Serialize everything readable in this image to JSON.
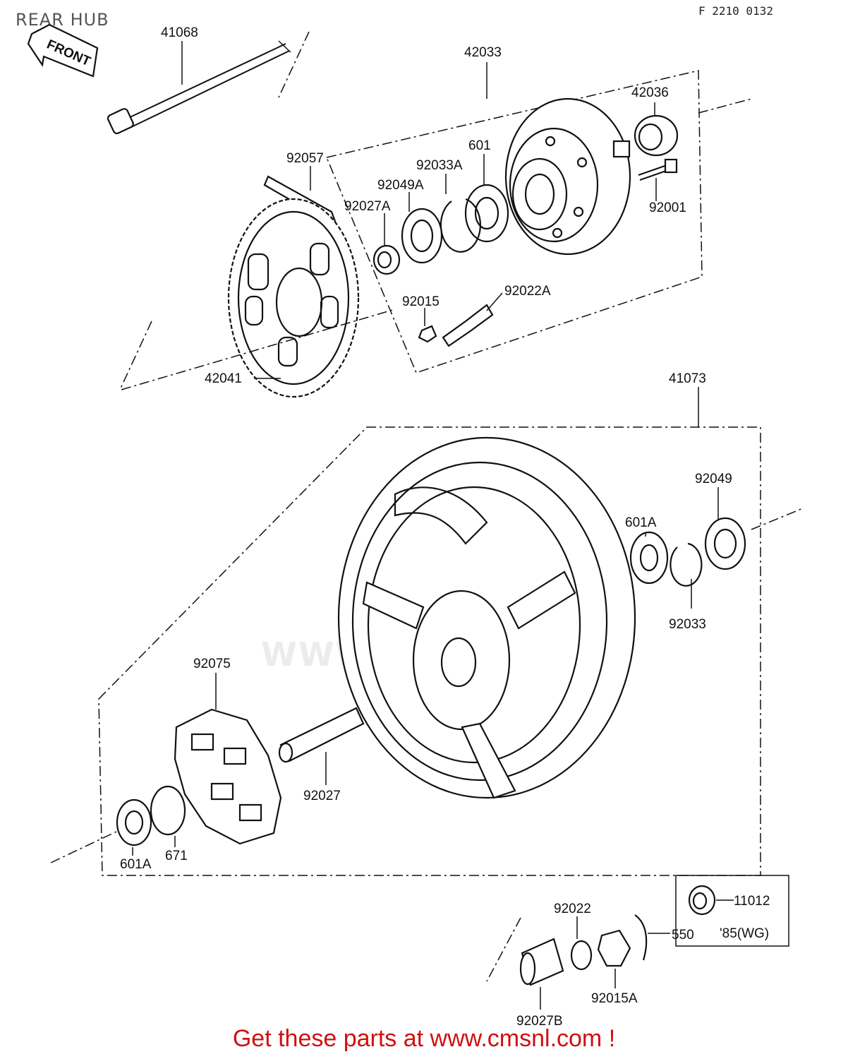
{
  "header": {
    "title": "REAR HUB",
    "doc_code": "F 2210 0132"
  },
  "diagram": {
    "front_arrow_label": "FRONT",
    "parts": {
      "p41068": "41068",
      "p42033": "42033",
      "p42036": "42036",
      "p92057": "92057",
      "p601": "601",
      "p92033A": "92033A",
      "p92049A": "92049A",
      "p92027A": "92027A",
      "p92001": "92001",
      "p92015": "92015",
      "p92022A": "92022A",
      "p42041": "42041",
      "p41073": "41073",
      "p92049": "92049",
      "p601A_top": "601A",
      "p92033": "92033",
      "p92075": "92075",
      "p92027": "92027",
      "p601A_bottom": "601A",
      "p671": "671",
      "p11012": "11012",
      "p85WG": "'85(WG)",
      "p92022": "92022",
      "p550": "550",
      "p92015A": "92015A",
      "p92027B": "92027B"
    }
  },
  "watermark": "WWW.CMSNL.COM",
  "footer": {
    "cta": "Get these parts at www.cmsnl.com !",
    "cta_color": "#d01010"
  }
}
